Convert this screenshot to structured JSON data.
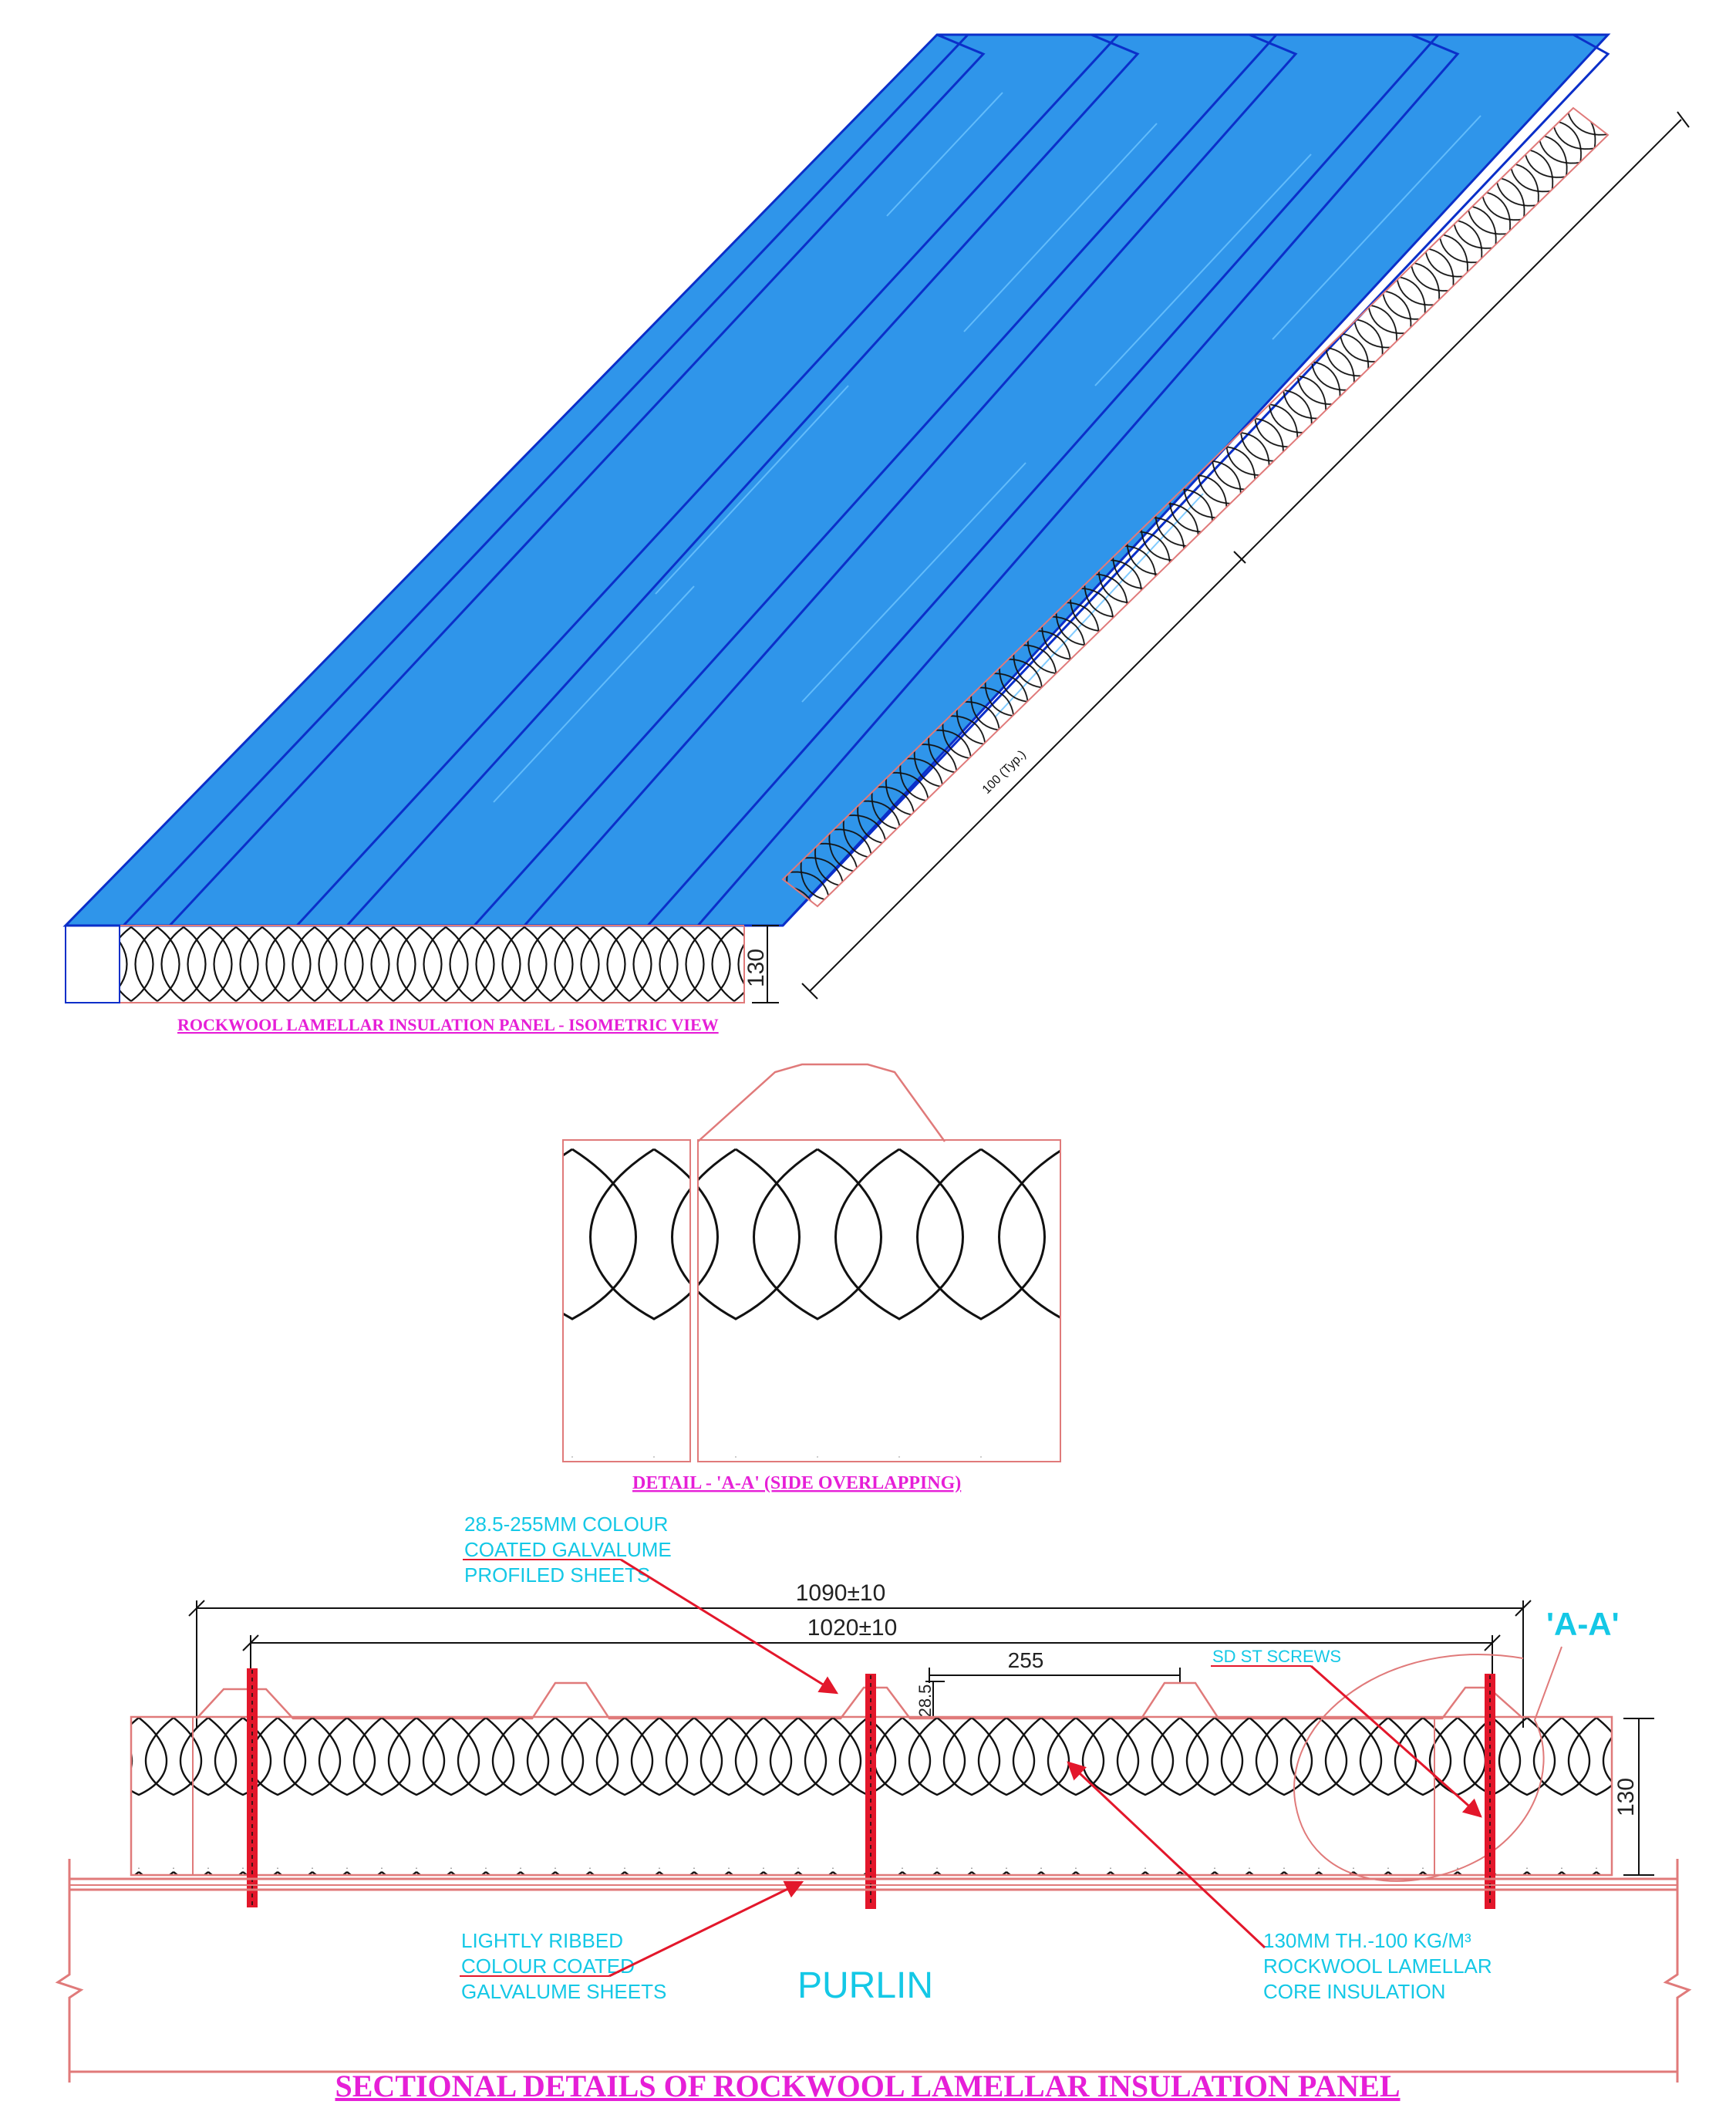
{
  "colors": {
    "sheet_blue": "#2f95ea",
    "sheet_dark": "#0b2fc9",
    "label_magenta": "#e61fd7",
    "label_cyan": "#14c8e6",
    "leader_red": "#e3172b",
    "outline_red": "#e07a7a",
    "insulation_line": "#111111"
  },
  "isometric": {
    "title": "ROCKWOOL LAMELLAR INSULATION PANEL - ISOMETRIC VIEW",
    "thickness_dim": "130",
    "edge_dim": "100 (Typ.)"
  },
  "detail_aa": {
    "title": "DETAIL - 'A-A' (SIDE OVERLAPPING)"
  },
  "section": {
    "title": "SECTIONAL DETAILS OF ROCKWOOL LAMELLAR INSULATION PANEL",
    "dim_overall": "1090±10",
    "dim_cover": "1020±10",
    "dim_pitch": "255",
    "dim_rib_height": "28.5",
    "dim_thickness": "130",
    "section_mark": "'A-A'",
    "purlin_label": "PURLIN",
    "callouts": {
      "top_sheet": [
        "28.5-255MM COLOUR",
        "COATED GALVALUME",
        "PROFILED SHEETS"
      ],
      "screws": [
        "SD ST SCREWS"
      ],
      "bottom_sheet": [
        "LIGHTLY RIBBED",
        "COLOUR COATED",
        "GALVALUME SHEETS"
      ],
      "core": [
        "130MM TH.-100 KG/M³",
        "ROCKWOOL LAMELLAR",
        "CORE INSULATION"
      ]
    }
  }
}
